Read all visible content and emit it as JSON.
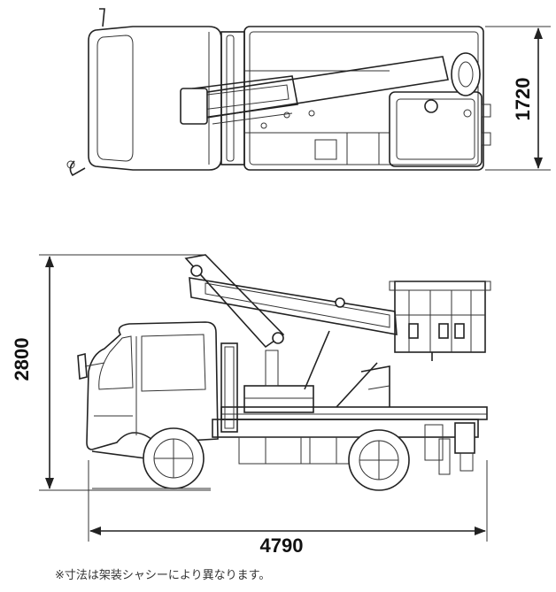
{
  "dimensions": {
    "width": "1720",
    "height": "2800",
    "length": "4790"
  },
  "note": "※寸法は架装シャシーにより異なります。"
}
